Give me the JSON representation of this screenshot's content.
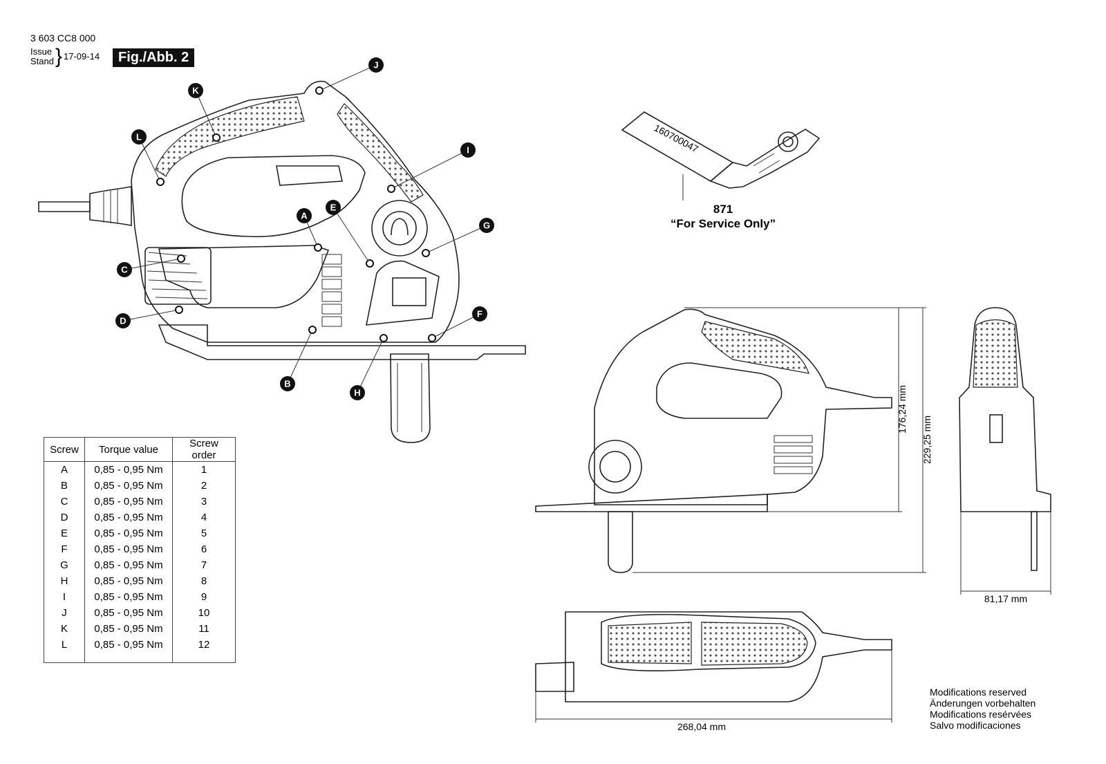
{
  "header": {
    "part_number": "3 603 CC8 000",
    "issue_label_1": "Issue",
    "issue_label_2": "Stand",
    "issue_date": "17-09-14",
    "figure_title": "Fig./Abb. 2"
  },
  "callouts": [
    "A",
    "B",
    "C",
    "D",
    "E",
    "F",
    "G",
    "H",
    "I",
    "J",
    "K",
    "L"
  ],
  "part_reference": {
    "number": "871",
    "note": "“For Service Only”",
    "label_text": "160700047"
  },
  "dimensions": {
    "height_blade": "176,24 mm",
    "height_total": "229,25 mm",
    "width": "81,17 mm",
    "length": "268,04 mm"
  },
  "table": {
    "headers": [
      "Screw",
      "Torque value",
      "Screw order"
    ],
    "rows": [
      [
        "A",
        "0,85 - 0,95 Nm",
        "1"
      ],
      [
        "B",
        "0,85 - 0,95 Nm",
        "2"
      ],
      [
        "C",
        "0,85 - 0,95 Nm",
        "3"
      ],
      [
        "D",
        "0,85 - 0,95 Nm",
        "4"
      ],
      [
        "E",
        "0,85 - 0,95 Nm",
        "5"
      ],
      [
        "F",
        "0,85 - 0,95 Nm",
        "6"
      ],
      [
        "G",
        "0,85 - 0,95 Nm",
        "7"
      ],
      [
        "H",
        "0,85 - 0,95 Nm",
        "8"
      ],
      [
        "I",
        "0,85 - 0,95 Nm",
        "9"
      ],
      [
        "J",
        "0,85 - 0,95 Nm",
        "10"
      ],
      [
        "K",
        "0,85 - 0,95 Nm",
        "11"
      ],
      [
        "L",
        "0,85 - 0,95 Nm",
        "12"
      ]
    ]
  },
  "modifications": [
    "Modifications reserved",
    "Änderungen vorbehalten",
    "Modifications resérvées",
    "Salvo modificaciones"
  ]
}
